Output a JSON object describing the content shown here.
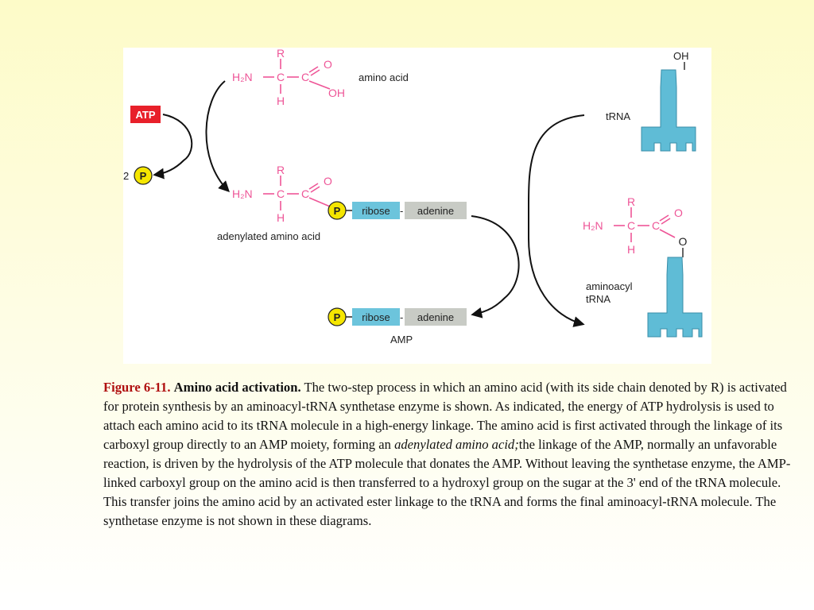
{
  "diagram": {
    "labels": {
      "amino_acid": "amino acid",
      "atp": "ATP",
      "two_p": "2",
      "p": "P",
      "adenylated": "adenylated amino acid",
      "amp": "AMP",
      "trna": "tRNA",
      "aminoacyl_line1": "aminoacyl",
      "aminoacyl_line2": "tRNA",
      "ribose": "ribose",
      "adenine": "adenine",
      "oh": "OH"
    },
    "chem": {
      "r": "R",
      "h2n": "H₂N",
      "c": "C",
      "h": "H",
      "o": "O",
      "oh": "OH"
    },
    "colors": {
      "chem_pink": "#ee5597",
      "atp_red": "#e8202a",
      "phosphate_yellow": "#f5e600",
      "ribose_blue": "#6cc4dc",
      "adenine_grey": "#c8cbc5",
      "trna_blue": "#5fbcd6"
    }
  },
  "caption": {
    "figure_number": "Figure 6-11.",
    "title": "Amino acid activation.",
    "text1": " The two-step process in which an amino acid (with its side chain denoted by R) is activated for protein synthesis by an aminoacyl-tRNA synthetase enzyme is shown. As indicated, the energy of ATP hydrolysis is used to attach each amino acid to its tRNA molecule in a high-energy linkage. The amino acid is first activated through the linkage of its carboxyl group directly to an AMP moiety, forming an ",
    "italic": "adenylated amino acid;",
    "text2": "the linkage of the AMP, normally an unfavorable reaction, is driven by the hydrolysis of the ATP molecule that donates the AMP. Without leaving the synthetase enzyme, the AMP-linked carboxyl group on the amino acid is then transferred to a hydroxyl group on the sugar at the 3' end of the tRNA molecule. This transfer joins the amino acid by an activated ester linkage to the tRNA and forms the final aminoacyl-tRNA molecule. The synthetase enzyme is not shown in these diagrams."
  }
}
